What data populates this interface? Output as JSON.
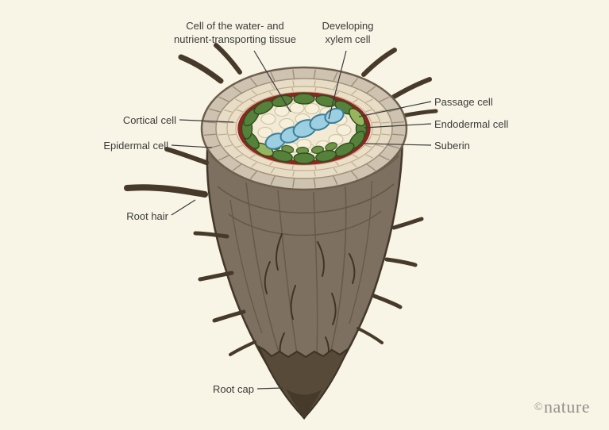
{
  "figure": {
    "labels": {
      "transport_tissue": "Cell of the water- and\nnutrient-transporting tissue",
      "developing_xylem": "Developing\nxylem cell",
      "passage_cell": "Passage cell",
      "endodermal_cell": "Endodermal cell",
      "suberin": "Suberin",
      "cortical_cell": "Cortical cell",
      "epidermal_cell": "Epidermal cell",
      "root_hair": "Root hair",
      "root_cap": "Root cap"
    },
    "watermark": {
      "symbol": "©",
      "name": "nature"
    },
    "colors": {
      "background": "#f9f5e6",
      "suberin_ring": "#8e2620",
      "endodermal_cell": "#55813a",
      "passage_cell": "#96b55c",
      "xylem_cell": "#9ccfe2",
      "root_body": "#7e7060",
      "root_cap": "#574a39",
      "label_text": "#3a3a3a"
    }
  }
}
